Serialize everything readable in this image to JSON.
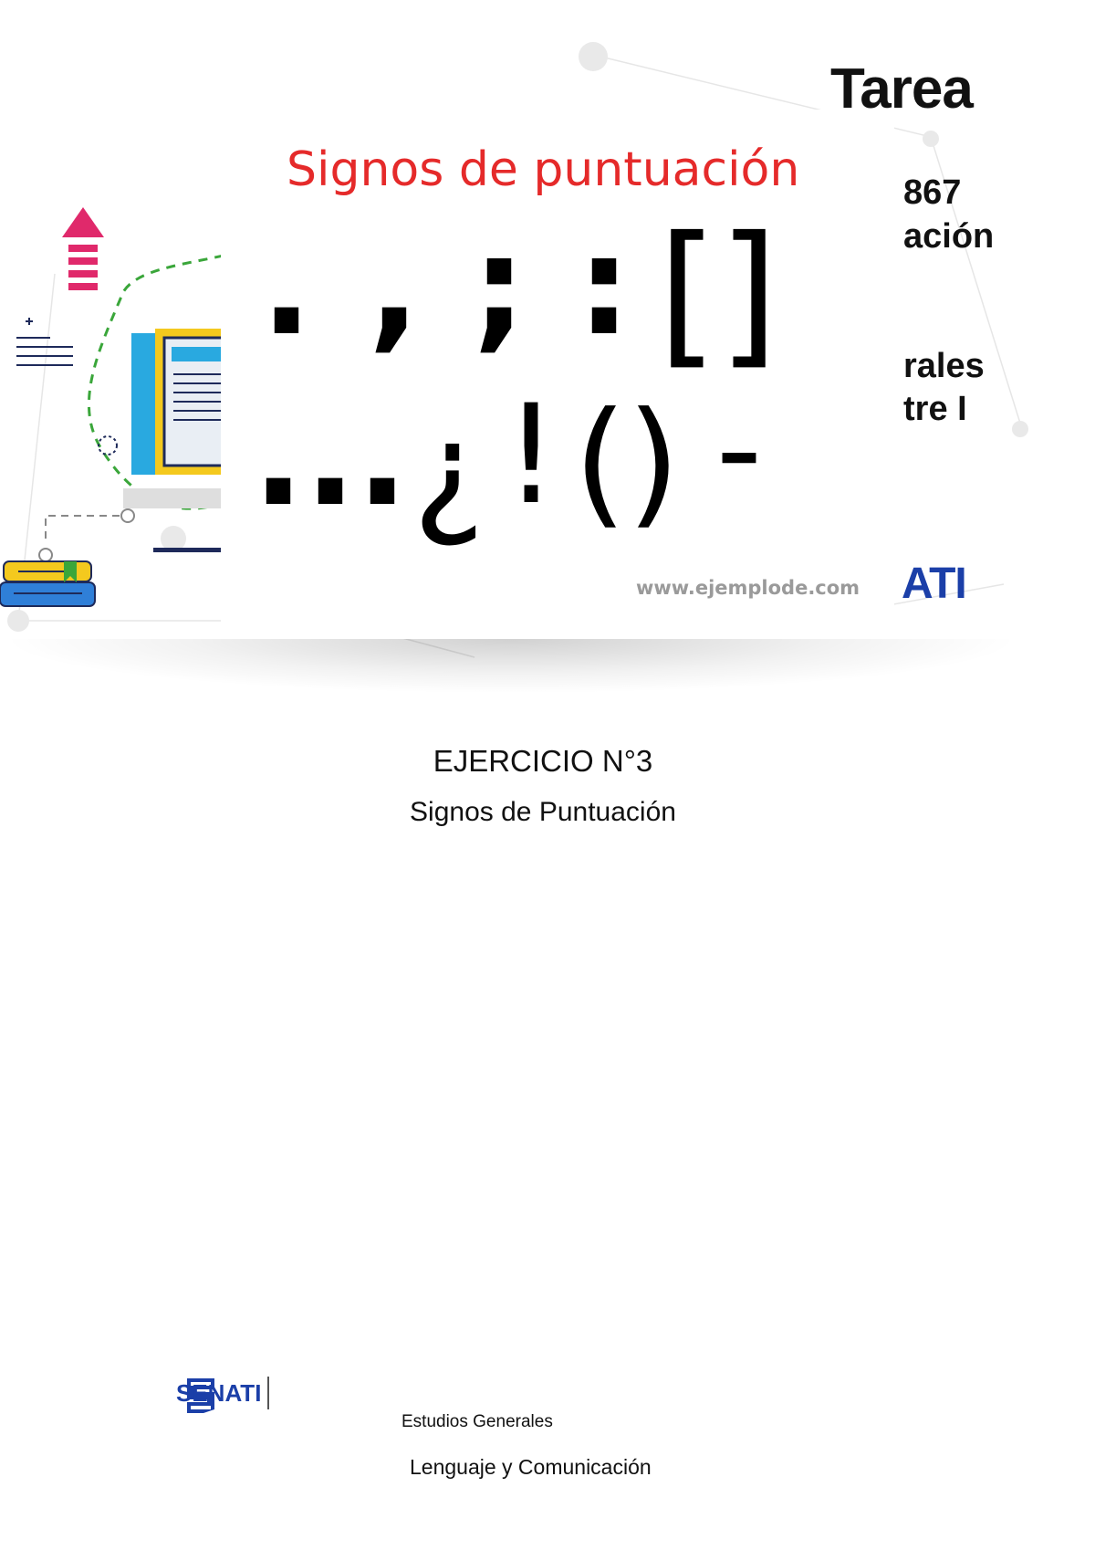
{
  "cover": {
    "heading": "Tarea",
    "side_lines": [
      "867",
      "ación",
      "rales",
      "tre I"
    ],
    "side_logo_text": "ATI",
    "image_title": "Signos de puntuación",
    "signs_row1": [
      ".",
      ",",
      ";",
      ":",
      "[]"
    ],
    "signs_row2": [
      "...",
      "¿",
      "!",
      "()",
      "-"
    ],
    "watermark": "www.ejemplode.com"
  },
  "exercise": {
    "title": "EJERCICIO N°3",
    "subtitle": "Signos de Puntuación"
  },
  "footer": {
    "brand": "SENATI",
    "department": "Estudios Generales",
    "course": "Lenguaje y Comunicación"
  },
  "colors": {
    "title_red": "#e52a2a",
    "senati_blue": "#1b3fa8"
  }
}
